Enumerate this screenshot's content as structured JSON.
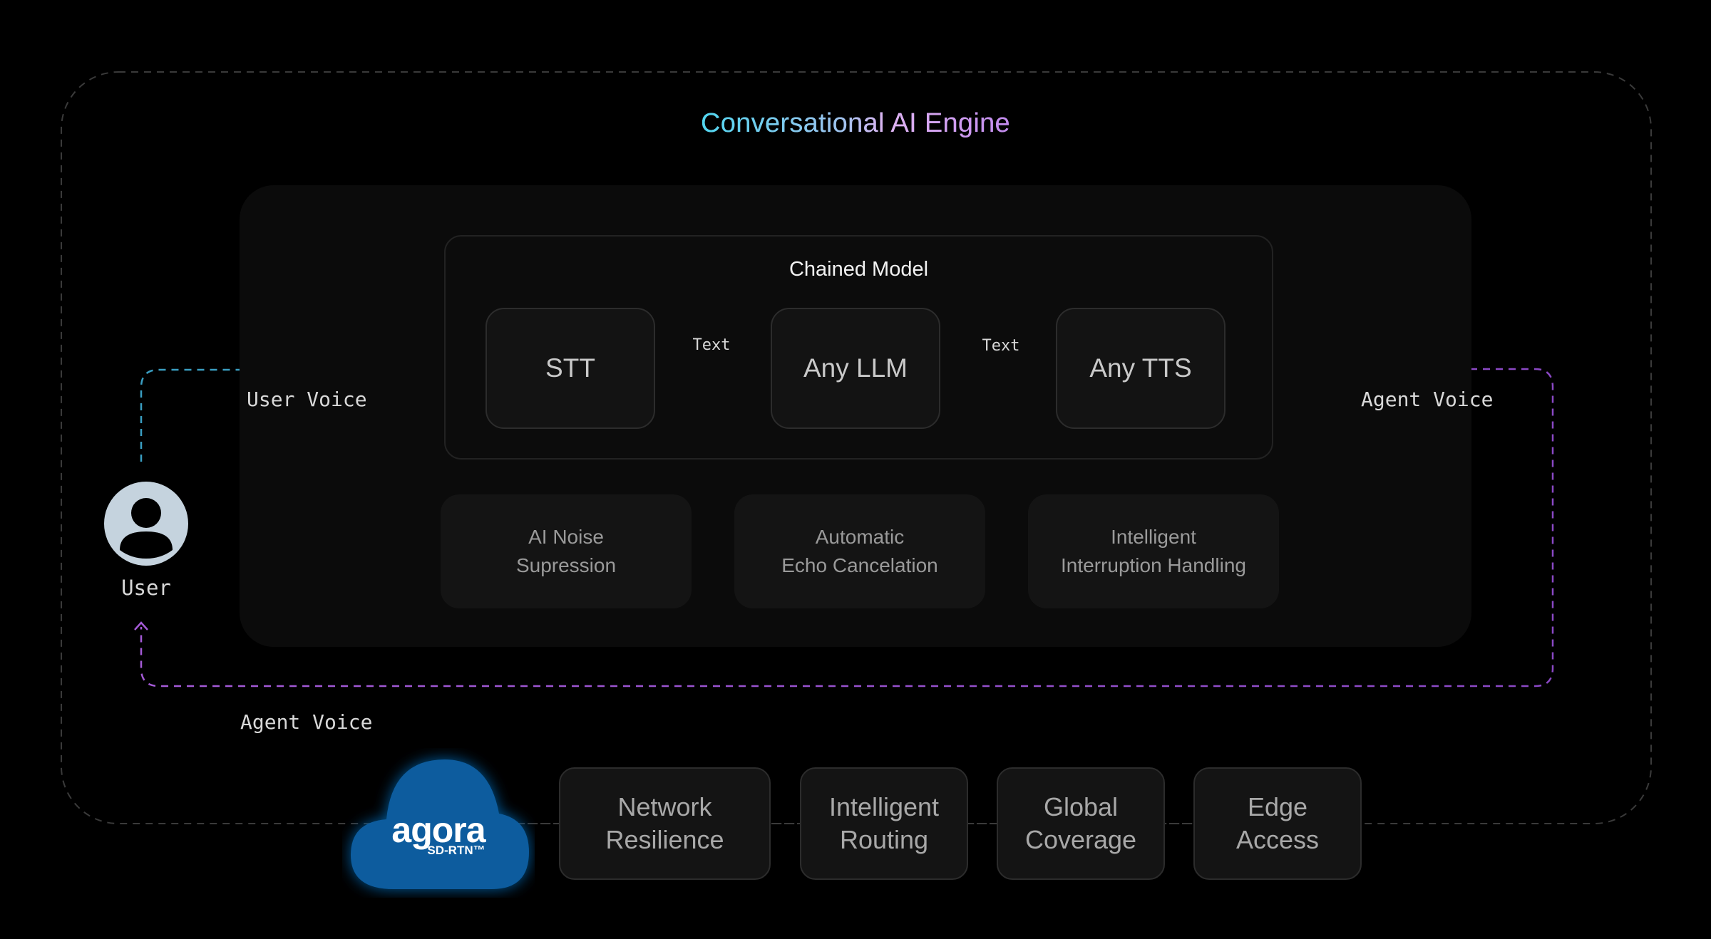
{
  "title": "Conversational AI Engine",
  "chained_model": {
    "title": "Chained Model",
    "blocks": [
      "STT",
      "Any LLM",
      "Any TTS"
    ],
    "link_labels": [
      "Text",
      "Text"
    ]
  },
  "features": [
    [
      "AI Noise",
      "Supression"
    ],
    [
      "Automatic",
      "Echo Cancelation"
    ],
    [
      "Intelligent",
      "Interruption Handling"
    ]
  ],
  "flow_labels": {
    "user_voice": "User Voice",
    "agent_voice_right": "Agent Voice",
    "agent_voice_bottom": "Agent Voice"
  },
  "user": {
    "label": "User",
    "icon": "user-avatar-icon"
  },
  "network": {
    "logo_text": "agora",
    "logo_subtext": "SD-RTN™",
    "capabilities": [
      [
        "Network",
        "Resilience"
      ],
      [
        "Intelligent",
        "Routing"
      ],
      [
        "Global",
        "Coverage"
      ],
      [
        "Edge",
        "Access"
      ]
    ]
  },
  "colors": {
    "user_voice_line": "#3a9ec2",
    "agent_voice_line": "#9b54c9",
    "outer_dashed_border": "#3a3a3a",
    "agora_blue": "#0a5a9c"
  }
}
